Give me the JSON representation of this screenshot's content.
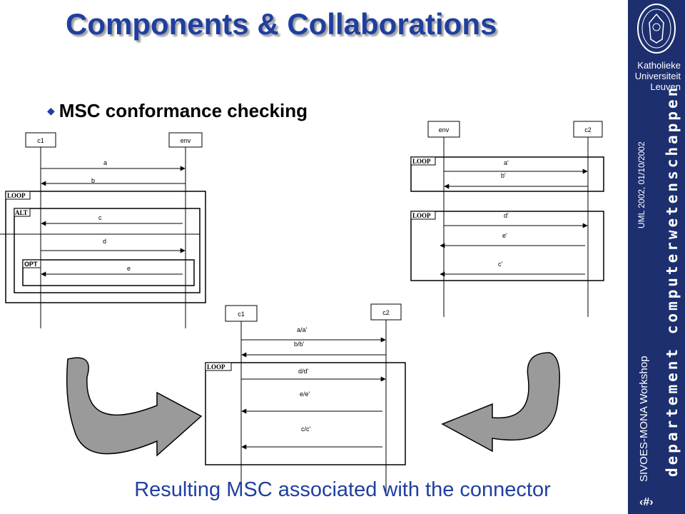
{
  "title": "Components & Collaborations",
  "bullet": "MSC conformance checking",
  "caption": "Resulting MSC associated with the connector",
  "sidebar": {
    "university": [
      "Katholieke",
      "Universiteit",
      "Leuven"
    ],
    "conference": "UML 2002, 01/10/2002",
    "workshop": "SIVOES-MONA Workshop",
    "department": "departement computerwetenschappen",
    "page_number": "‹#›"
  },
  "colors": {
    "title": "#1f3f9f",
    "sidebar": "#1d2f6f",
    "caption": "#1f3fa0",
    "arrow_fill": "#9a9a9a"
  },
  "diagrams": {
    "left": {
      "lifelines": [
        "c1",
        "env"
      ],
      "frames": [
        "LOOP",
        "ALT",
        "OPT"
      ],
      "messages": [
        "a",
        "b",
        "c",
        "d",
        "e"
      ]
    },
    "right": {
      "lifelines": [
        "env",
        "c2"
      ],
      "frames": [
        "LOOP",
        "LOOP"
      ],
      "messages": [
        "a'",
        "b'",
        "d'",
        "e'",
        "c'"
      ]
    },
    "bottom": {
      "lifelines": [
        "c1",
        "c2"
      ],
      "frames": [
        "LOOP"
      ],
      "messages": [
        "a/a'",
        "b/b'",
        "d/d'",
        "e/e'",
        "c/c'"
      ]
    }
  }
}
